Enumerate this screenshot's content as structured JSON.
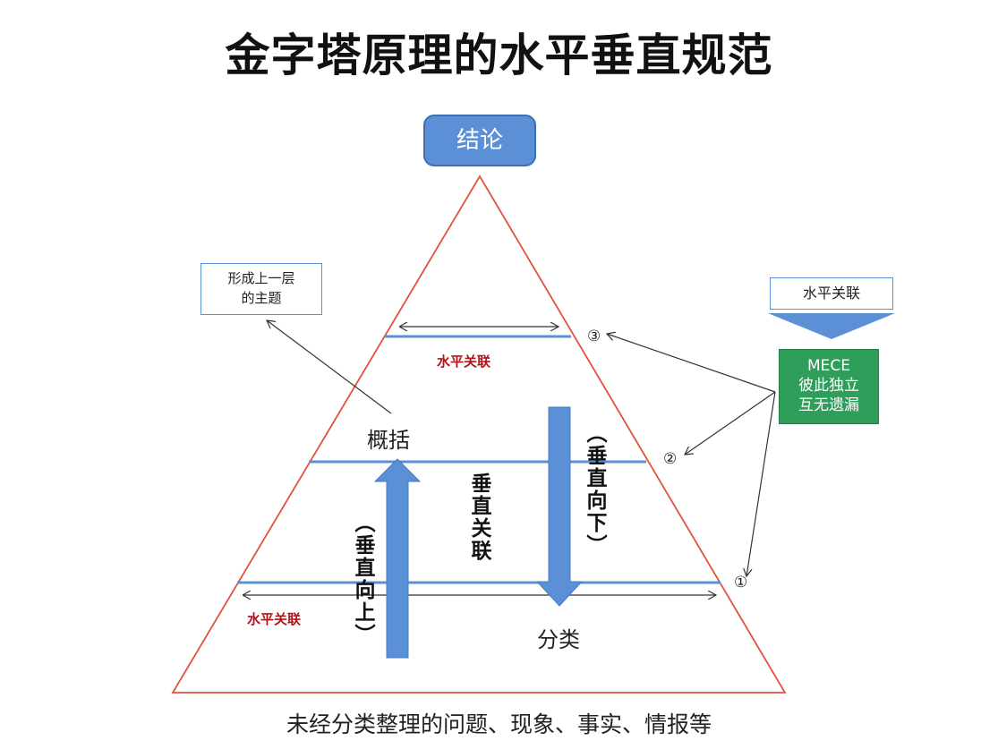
{
  "title": "金字塔原理的水平垂直规范",
  "apex_label": "结论",
  "summary_note": {
    "line1": "形成上一层",
    "line2": "的主题"
  },
  "horizontal_box": "水平关联",
  "mece": {
    "line1": "MECE",
    "line2": "彼此独立",
    "line3": "互无遗漏"
  },
  "levels": {
    "top": "③",
    "middle": "②",
    "bottom": "①"
  },
  "horizontal_labels": {
    "top": "水平关联",
    "bottom": "水平关联"
  },
  "summarize_label": "概括",
  "classify_label": "分类",
  "vertical_up": "（垂直向上）",
  "vertical_middle": "垂直关联",
  "vertical_down": "（垂直向下）",
  "bottom_caption": "未经分类整理的问题、现象、事实、情报等",
  "colors": {
    "accent_blue": "#5b8fd6",
    "triangle": "#e0533a",
    "mece_green": "#2e9e5a",
    "red_text": "#b0141b"
  }
}
